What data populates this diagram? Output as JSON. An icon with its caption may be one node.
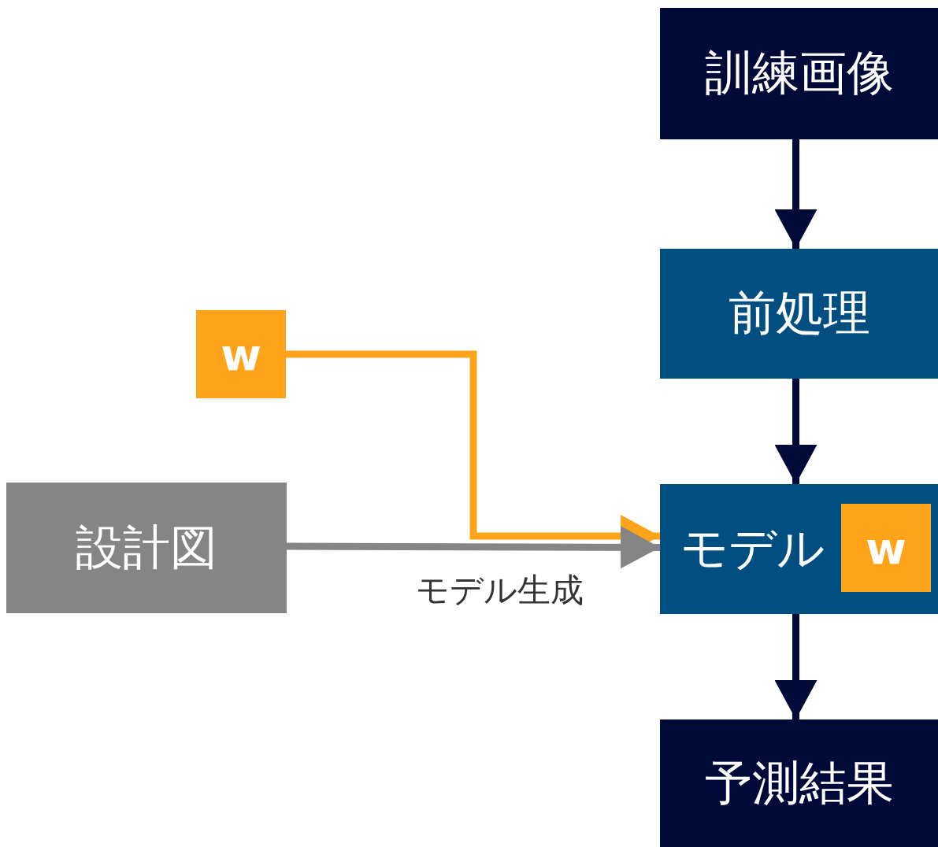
{
  "diagram": {
    "nodes": [
      {
        "text": [
          "訓練画像"
        ]
      },
      {
        "text": [
          "前処理"
        ]
      },
      {
        "text": [
          "w"
        ]
      },
      {
        "text": [
          "設計図"
        ]
      },
      {
        "text": [
          "モデル"
        ]
      },
      {
        "text": [
          "w"
        ],
        "in": 4
      },
      {
        "text": [
          "予測結果"
        ]
      }
    ],
    "edges": [
      {
        "from": 0,
        "to": 1,
        "arrow": "to"
      },
      {
        "from": 1,
        "to": 4,
        "arrow": "to"
      },
      {
        "from": 4,
        "to": 6,
        "arrow": "to"
      },
      {
        "from": 2,
        "to": 4,
        "arrow": "to",
        "color": "#ffa31a"
      },
      {
        "from": 3,
        "to": 4,
        "arrow": "to",
        "color": "#858585",
        "label": "モデル生成"
      }
    ]
  }
}
